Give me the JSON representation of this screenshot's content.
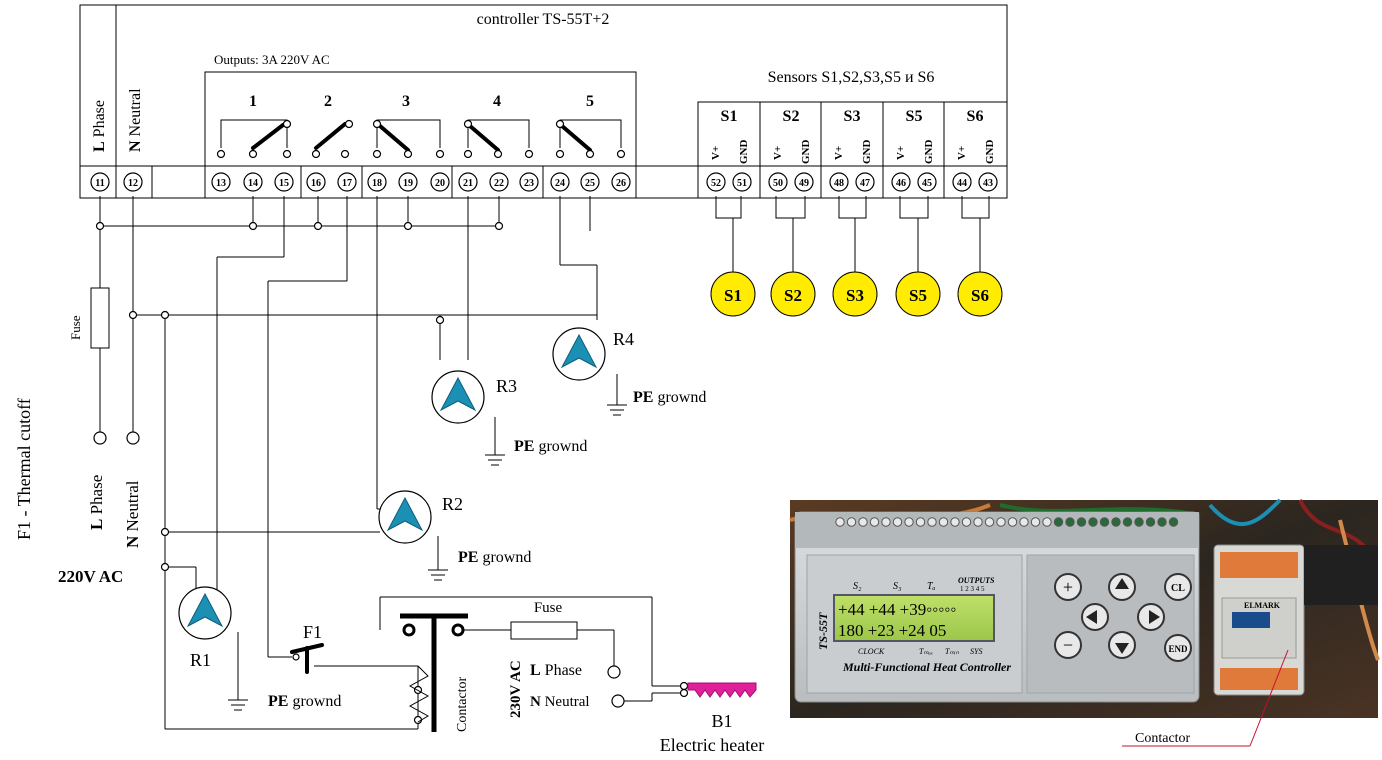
{
  "controller": {
    "title": "controller  TS-55T+2",
    "outputs_label": "Outputs:  3A 220V AC",
    "output_numbers": [
      "1",
      "2",
      "3",
      "4",
      "5"
    ],
    "power_labels": {
      "phase_letter": "L",
      "phase": "Phase",
      "neutral_letter": "N",
      "neutral": "Neutral"
    },
    "terminals_power": [
      "11",
      "12"
    ],
    "terminals_outputs": [
      "13",
      "14",
      "15",
      "16",
      "17",
      "18",
      "19",
      "20",
      "21",
      "22",
      "23",
      "24",
      "25",
      "26"
    ],
    "sensors_title": "Sensors S1,S2,S3,S5 и S6",
    "sensor_groups": [
      {
        "name": "S1",
        "vplus": "V+",
        "gnd": "GND",
        "terminals": [
          "52",
          "51"
        ]
      },
      {
        "name": "S2",
        "vplus": "V+",
        "gnd": "GND",
        "terminals": [
          "50",
          "49"
        ]
      },
      {
        "name": "S3",
        "vplus": "V+",
        "gnd": "GND",
        "terminals": [
          "48",
          "47"
        ]
      },
      {
        "name": "S5",
        "vplus": "V+",
        "gnd": "GND",
        "terminals": [
          "46",
          "45"
        ]
      },
      {
        "name": "S6",
        "vplus": "V+",
        "gnd": "GND",
        "terminals": [
          "44",
          "43"
        ]
      }
    ]
  },
  "sensors": [
    "S1",
    "S2",
    "S3",
    "S5",
    "S6"
  ],
  "fuse_label": "Fuse",
  "fuse2_label": "Fuse",
  "thermal_cutoff": "F1 - Thermal cutoff",
  "supply": {
    "phase_letter": "L",
    "phase": "Phase",
    "neutral_letter": "N",
    "neutral": "Neutral",
    "voltage": "220V AC"
  },
  "pumps": {
    "r1": "R1",
    "r2": "R2",
    "r3": "R3",
    "r4": "R4"
  },
  "ground": {
    "pe": "PE",
    "word": "grownd"
  },
  "f1": "F1",
  "contactor": "Contactor",
  "heater_supply": {
    "voltage": "230V AC",
    "phase_letter": "L",
    "phase": "Phase",
    "neutral_letter": "N",
    "neutral": "Neutral"
  },
  "heater": {
    "name": "B1",
    "label": "Electric heater"
  },
  "photo": {
    "brand_side": "TS-55T",
    "header": {
      "s2": "S₂",
      "s3": "S₃",
      "td": "Tₐ",
      "outputs": "OUTPUTS",
      "outputs_nums": "1 2 3 4 5"
    },
    "lcd_line1": "+44 +44 +39◦◦◦◦◦",
    "lcd_line2": "180 +23 +24 05",
    "footer": {
      "clock": "CLOCK",
      "tmax": "Tₘₐₓ",
      "tmin": "Tₘᵢₙ",
      "sys": "SYS"
    },
    "title": "Multi-Functional Heat Controller",
    "btn_cl": "CL",
    "btn_end": "END",
    "contactor_brand": "ELMARK",
    "contactor_caption": "Contactor"
  },
  "colors": {
    "sensor": "#ffec00",
    "pump": "#1c8fb5",
    "heater": "#e0209a"
  }
}
